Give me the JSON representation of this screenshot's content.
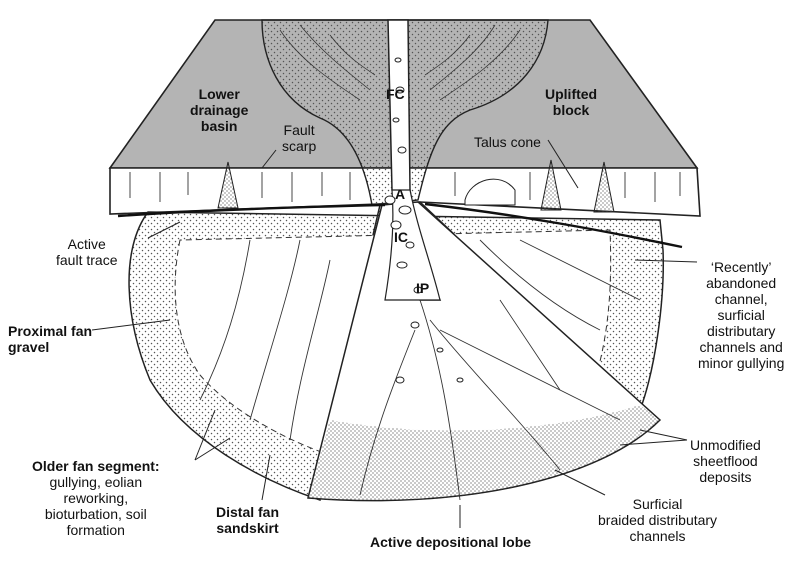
{
  "diagram": {
    "colors": {
      "block": "#b4b4b4",
      "block_edge": "#222222",
      "stipple": "#555555",
      "background": "#ffffff"
    },
    "labels": {
      "fc": "FC",
      "a": "A",
      "ic": "IC",
      "ip": "IP",
      "lower_drainage_basin": [
        "Lower",
        "drainage",
        "basin"
      ],
      "uplifted_block": [
        "Uplifted",
        "block"
      ],
      "fault_scarp": [
        "Fault",
        "scarp"
      ],
      "talus_cone": "Talus cone",
      "active_fault_trace": [
        "Active",
        "fault trace"
      ],
      "proximal_fan_gravel": [
        "Proximal fan",
        "gravel"
      ],
      "recently_abandoned": [
        "‘Recently’",
        "abandoned",
        "channel,",
        "surficial",
        "distributary",
        "channels and",
        "minor gullying"
      ],
      "unmodified_sheetflood": [
        "Unmodified",
        "sheetflood",
        "deposits"
      ],
      "older_fan_segment_title": "Older fan segment:",
      "older_fan_segment_body": [
        "gullying, eolian",
        "reworking,",
        "bioturbation, soil",
        "formation"
      ],
      "distal_fan_sandskirt": [
        "Distal fan",
        "sandskirt"
      ],
      "surficial_braided": [
        "Surficial",
        "braided distributary",
        "channels"
      ],
      "active_depositional_lobe": "Active depositional lobe"
    }
  }
}
